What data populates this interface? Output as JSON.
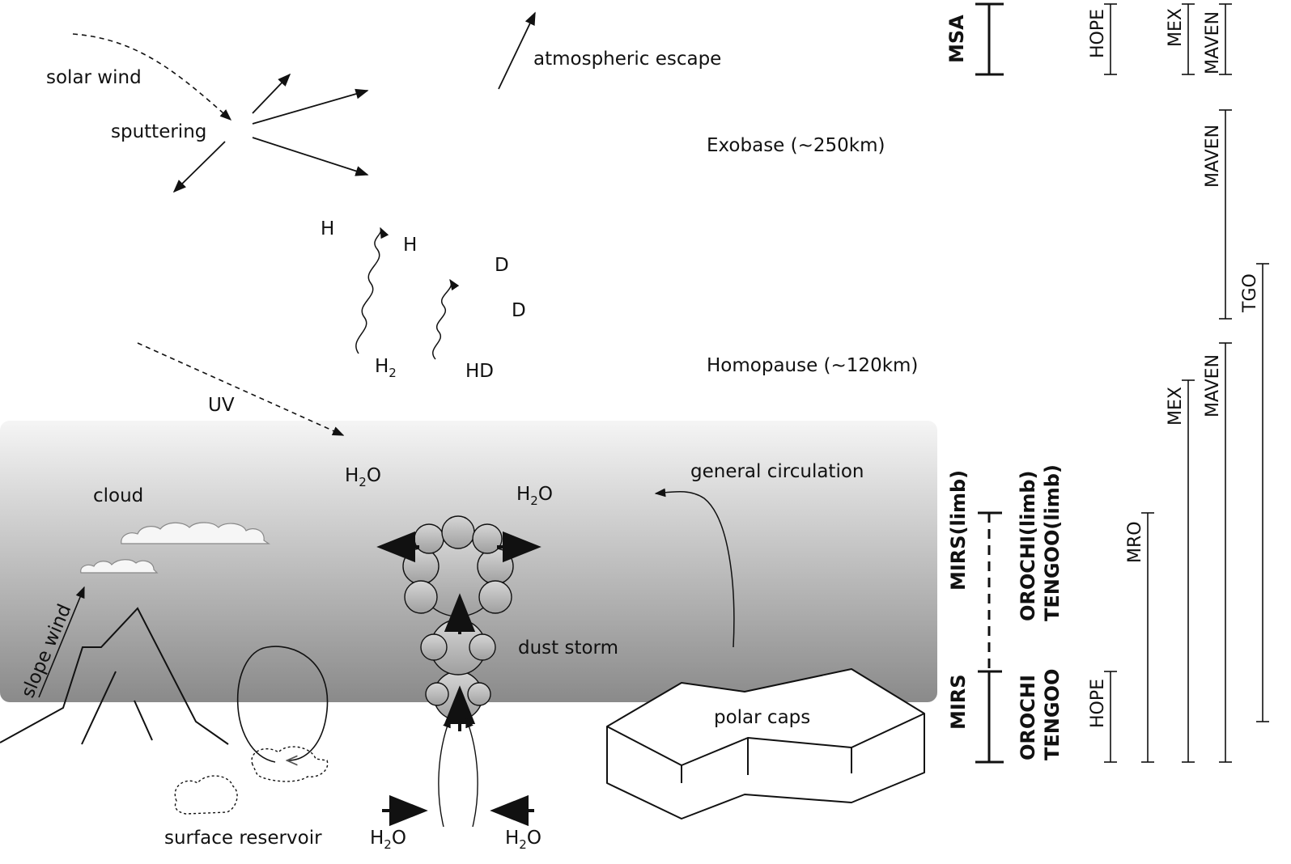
{
  "labels": {
    "solar_wind": "solar wind",
    "sputtering": "sputtering",
    "atmospheric_escape": "atmospheric escape",
    "exobase": "Exobase (~250km)",
    "homopause": "Homopause (~120km)",
    "h_a": "H",
    "h_b": "H",
    "d_a": "D",
    "d_b": "D",
    "h2": "H",
    "h2_sub": "2",
    "hd": "HD",
    "uv": "UV",
    "cloud": "cloud",
    "slope_wind": "slope wind",
    "dust_storm": "dust storm",
    "general_circulation": "general circulation",
    "polar_caps": "polar caps",
    "surface_reservoir": "surface reservoir",
    "h2o": "H",
    "h2o_sub": "2",
    "h2o_tail": "O"
  },
  "instruments": {
    "msa": "MSA",
    "mirs_limb": "MIRS(limb)",
    "mirs": "MIRS",
    "orochi_limb": "OROCHI(limb)",
    "tengoo_limb": "TENGOO(limb)",
    "orochi": "OROCHI",
    "tengoo": "TENGOO",
    "hope_top": "HOPE",
    "mex_top": "MEX",
    "maven_top": "MAVEN",
    "maven_mid": "MAVEN",
    "tgo": "TGO",
    "mex_low": "MEX",
    "maven_low": "MAVEN",
    "mro": "MRO",
    "hope_bottom": "HOPE"
  },
  "colors": {
    "atmosphere_top": "#f4f4f4",
    "atmosphere_bottom": "#8a8a8a",
    "line": "#111111",
    "cloud_fill": "#f2f2f2",
    "dust_fill": "#bdbdbd"
  }
}
